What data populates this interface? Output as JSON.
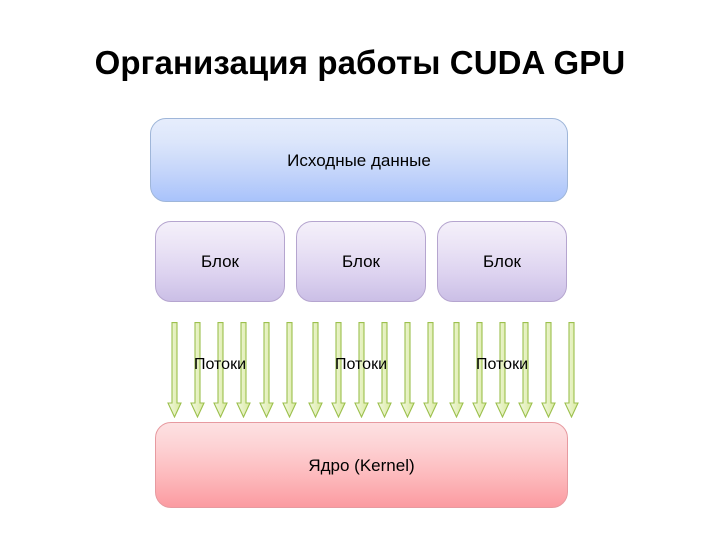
{
  "slide": {
    "title": "Организация работы CUDA GPU",
    "background": "#ffffff"
  },
  "diagram": {
    "source_box": {
      "label": "Исходные данные",
      "fill_top": "#e6edfc",
      "fill_bottom": "#a9c3fb",
      "border": "#9fb6d9"
    },
    "blocks": [
      {
        "label": "Блок"
      },
      {
        "label": "Блок"
      },
      {
        "label": "Блок"
      }
    ],
    "block_style": {
      "fill_top": "#f4f0fa",
      "fill_bottom": "#cbbfe6",
      "border": "#b5a5cf"
    },
    "thread_groups": [
      {
        "label": "Потоки",
        "arrow_count": 6
      },
      {
        "label": "Потоки",
        "arrow_count": 6
      },
      {
        "label": "Потоки",
        "arrow_count": 6
      }
    ],
    "arrow_style": {
      "fill_left": "#f2f8e2",
      "fill_right": "#d9ea9f",
      "border": "#9cc04d"
    },
    "kernel_box": {
      "label": "Ядро (Kernel)",
      "fill_top": "#fde1e2",
      "fill_bottom": "#fb9ba1",
      "border": "#e79aa0"
    }
  }
}
